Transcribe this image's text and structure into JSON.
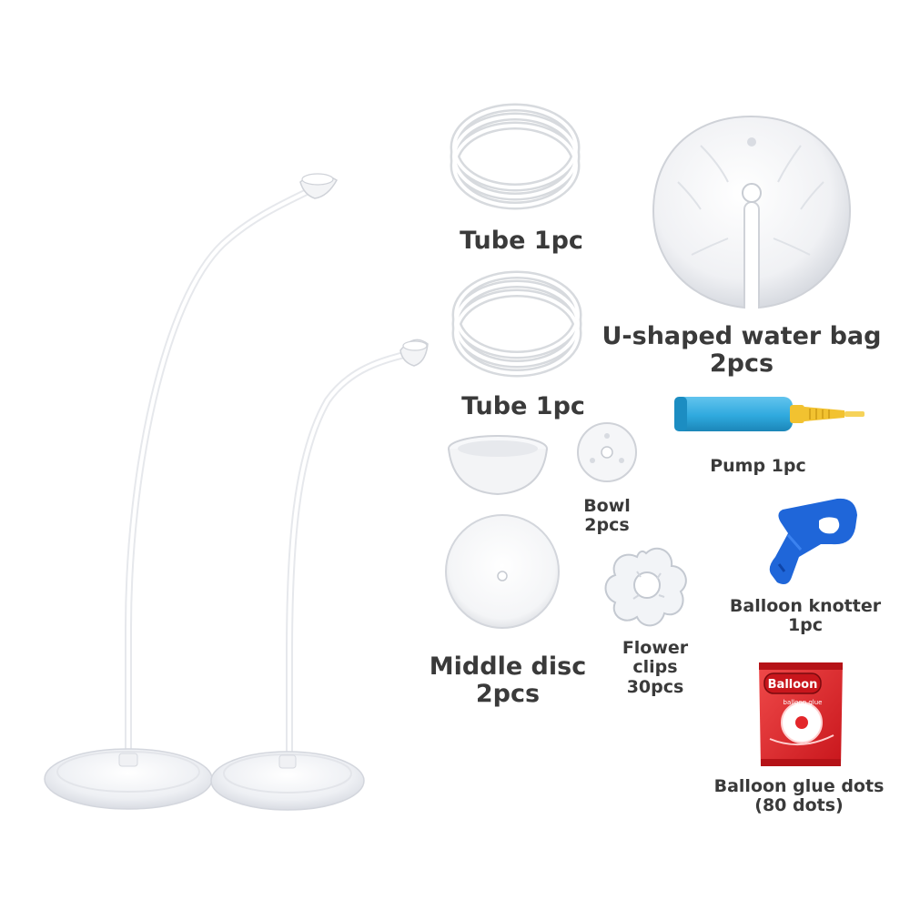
{
  "labels": {
    "tube_1": "Tube 1pc",
    "tube_2": "Tube 1pc",
    "water_bag": [
      "U-shaped water bag",
      "2pcs"
    ],
    "pump": "Pump 1pc",
    "bowl": [
      "Bowl",
      "2pcs"
    ],
    "middle_disc": [
      "Middle disc",
      "2pcs"
    ],
    "flower_clips": [
      "Flower",
      "clips",
      "30pcs"
    ],
    "knotter": [
      "Balloon knotter",
      "1pc"
    ],
    "glue_dots": [
      "Balloon glue dots",
      "(80 dots)"
    ]
  },
  "packet_text": {
    "brand": "Balloon",
    "sub": "balloon glue"
  },
  "colors": {
    "text": "#3a3a3a",
    "pump_body": "#2fa9de",
    "pump_nozzle": "#f2c230",
    "knotter": "#1f66d9",
    "packet": "#e3262a"
  }
}
